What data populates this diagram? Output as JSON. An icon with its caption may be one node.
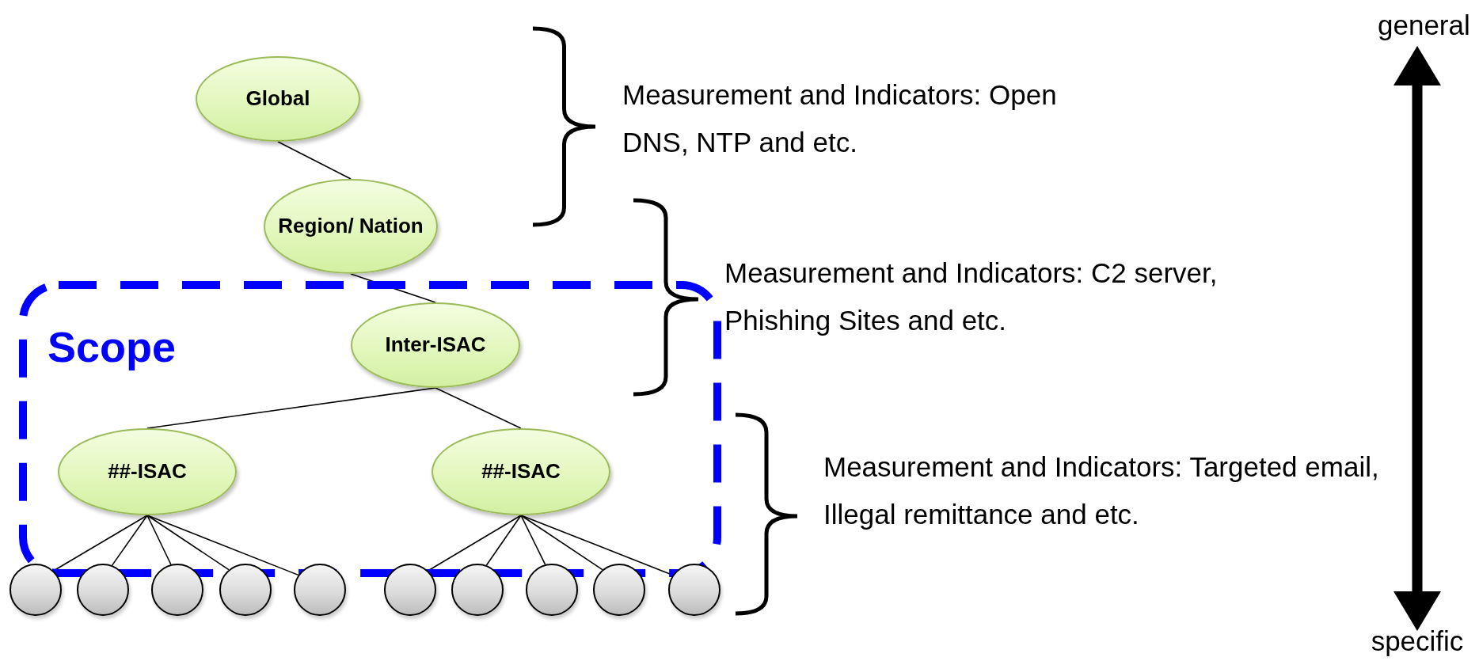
{
  "diagram": {
    "nodes": [
      {
        "text": [
          "Global"
        ]
      },
      {
        "text": [
          "Region/ Nation"
        ]
      },
      {
        "text": [
          "Scope"
        ]
      },
      {
        "text": [
          "Inter-ISAC"
        ],
        "in": 2
      },
      {
        "text": [
          "##-ISAC"
        ],
        "in": 2
      },
      {
        "text": [
          "##-ISAC"
        ],
        "in": 2
      },
      {
        "text": [],
        "shape": "circle"
      },
      {
        "text": [],
        "shape": "circle"
      },
      {
        "text": [],
        "shape": "circle"
      },
      {
        "text": [],
        "shape": "circle"
      },
      {
        "text": [],
        "shape": "circle"
      },
      {
        "text": [],
        "shape": "circle"
      },
      {
        "text": [],
        "shape": "circle"
      },
      {
        "text": [],
        "shape": "circle"
      },
      {
        "text": [],
        "shape": "circle"
      },
      {
        "text": [],
        "shape": "circle"
      }
    ],
    "edges": [
      {
        "from": 0,
        "to": 1,
        "arrow": "none"
      },
      {
        "from": 1,
        "to": 3,
        "arrow": "none"
      },
      {
        "from": 3,
        "to": 4,
        "arrow": "none"
      },
      {
        "from": 3,
        "to": 5,
        "arrow": "none"
      },
      {
        "from": 4,
        "to": 6,
        "arrow": "none"
      },
      {
        "from": 4,
        "to": 7,
        "arrow": "none"
      },
      {
        "from": 4,
        "to": 8,
        "arrow": "none"
      },
      {
        "from": 4,
        "to": 9,
        "arrow": "none"
      },
      {
        "from": 4,
        "to": 10,
        "arrow": "none"
      },
      {
        "from": 5,
        "to": 11,
        "arrow": "none"
      },
      {
        "from": 5,
        "to": 12,
        "arrow": "none"
      },
      {
        "from": 5,
        "to": 13,
        "arrow": "none"
      },
      {
        "from": 5,
        "to": 14,
        "arrow": "none"
      },
      {
        "from": 5,
        "to": 15,
        "arrow": "none"
      }
    ],
    "labels": [
      "general",
      "Measurement and Indicators: Open DNS, NTP and etc.",
      "Measurement and Indicators: C2 server, Phishing Sites and etc.",
      "Measurement and Indicators: Targeted email, Illegal remittance and etc.",
      "specific"
    ]
  }
}
